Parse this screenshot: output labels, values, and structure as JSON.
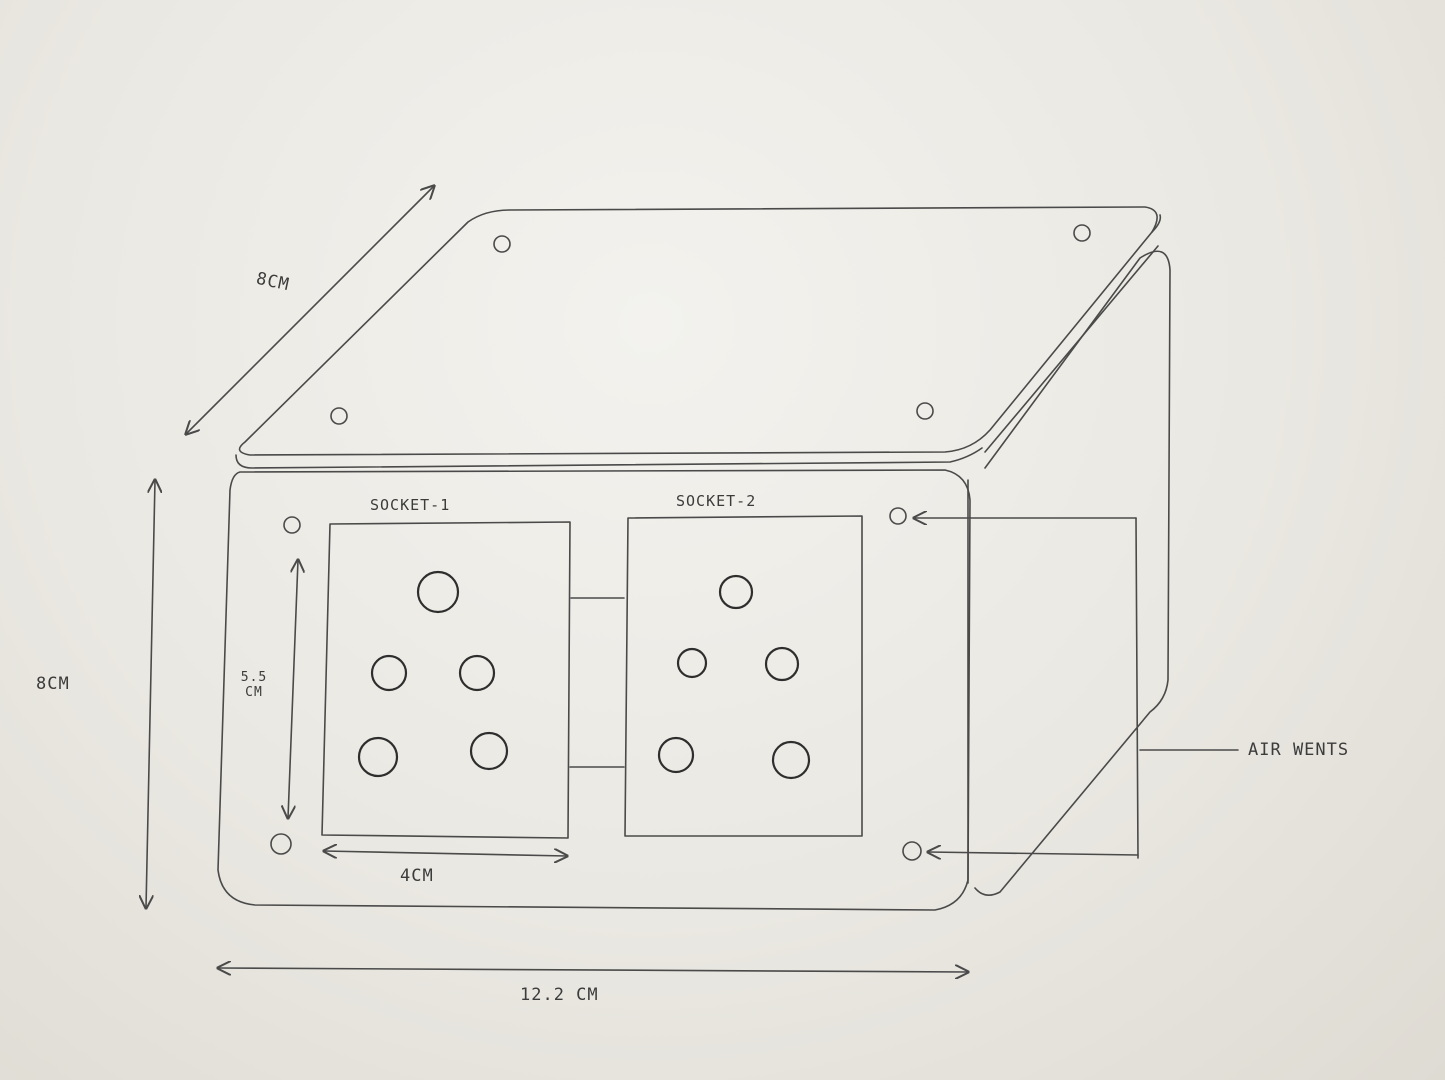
{
  "labels": {
    "lid_depth": "8CM",
    "height": "8CM",
    "height_inner": "5.5",
    "height_inner_unit": "CM",
    "socket_width": "4CM",
    "total_width": "12.2 CM",
    "socket1": "SOCKET-1",
    "socket2": "SOCKET-2",
    "air_vents": "AIR WENTS"
  },
  "colors": {
    "paper": "#eceae4",
    "pencil": "#4a4a4a"
  }
}
